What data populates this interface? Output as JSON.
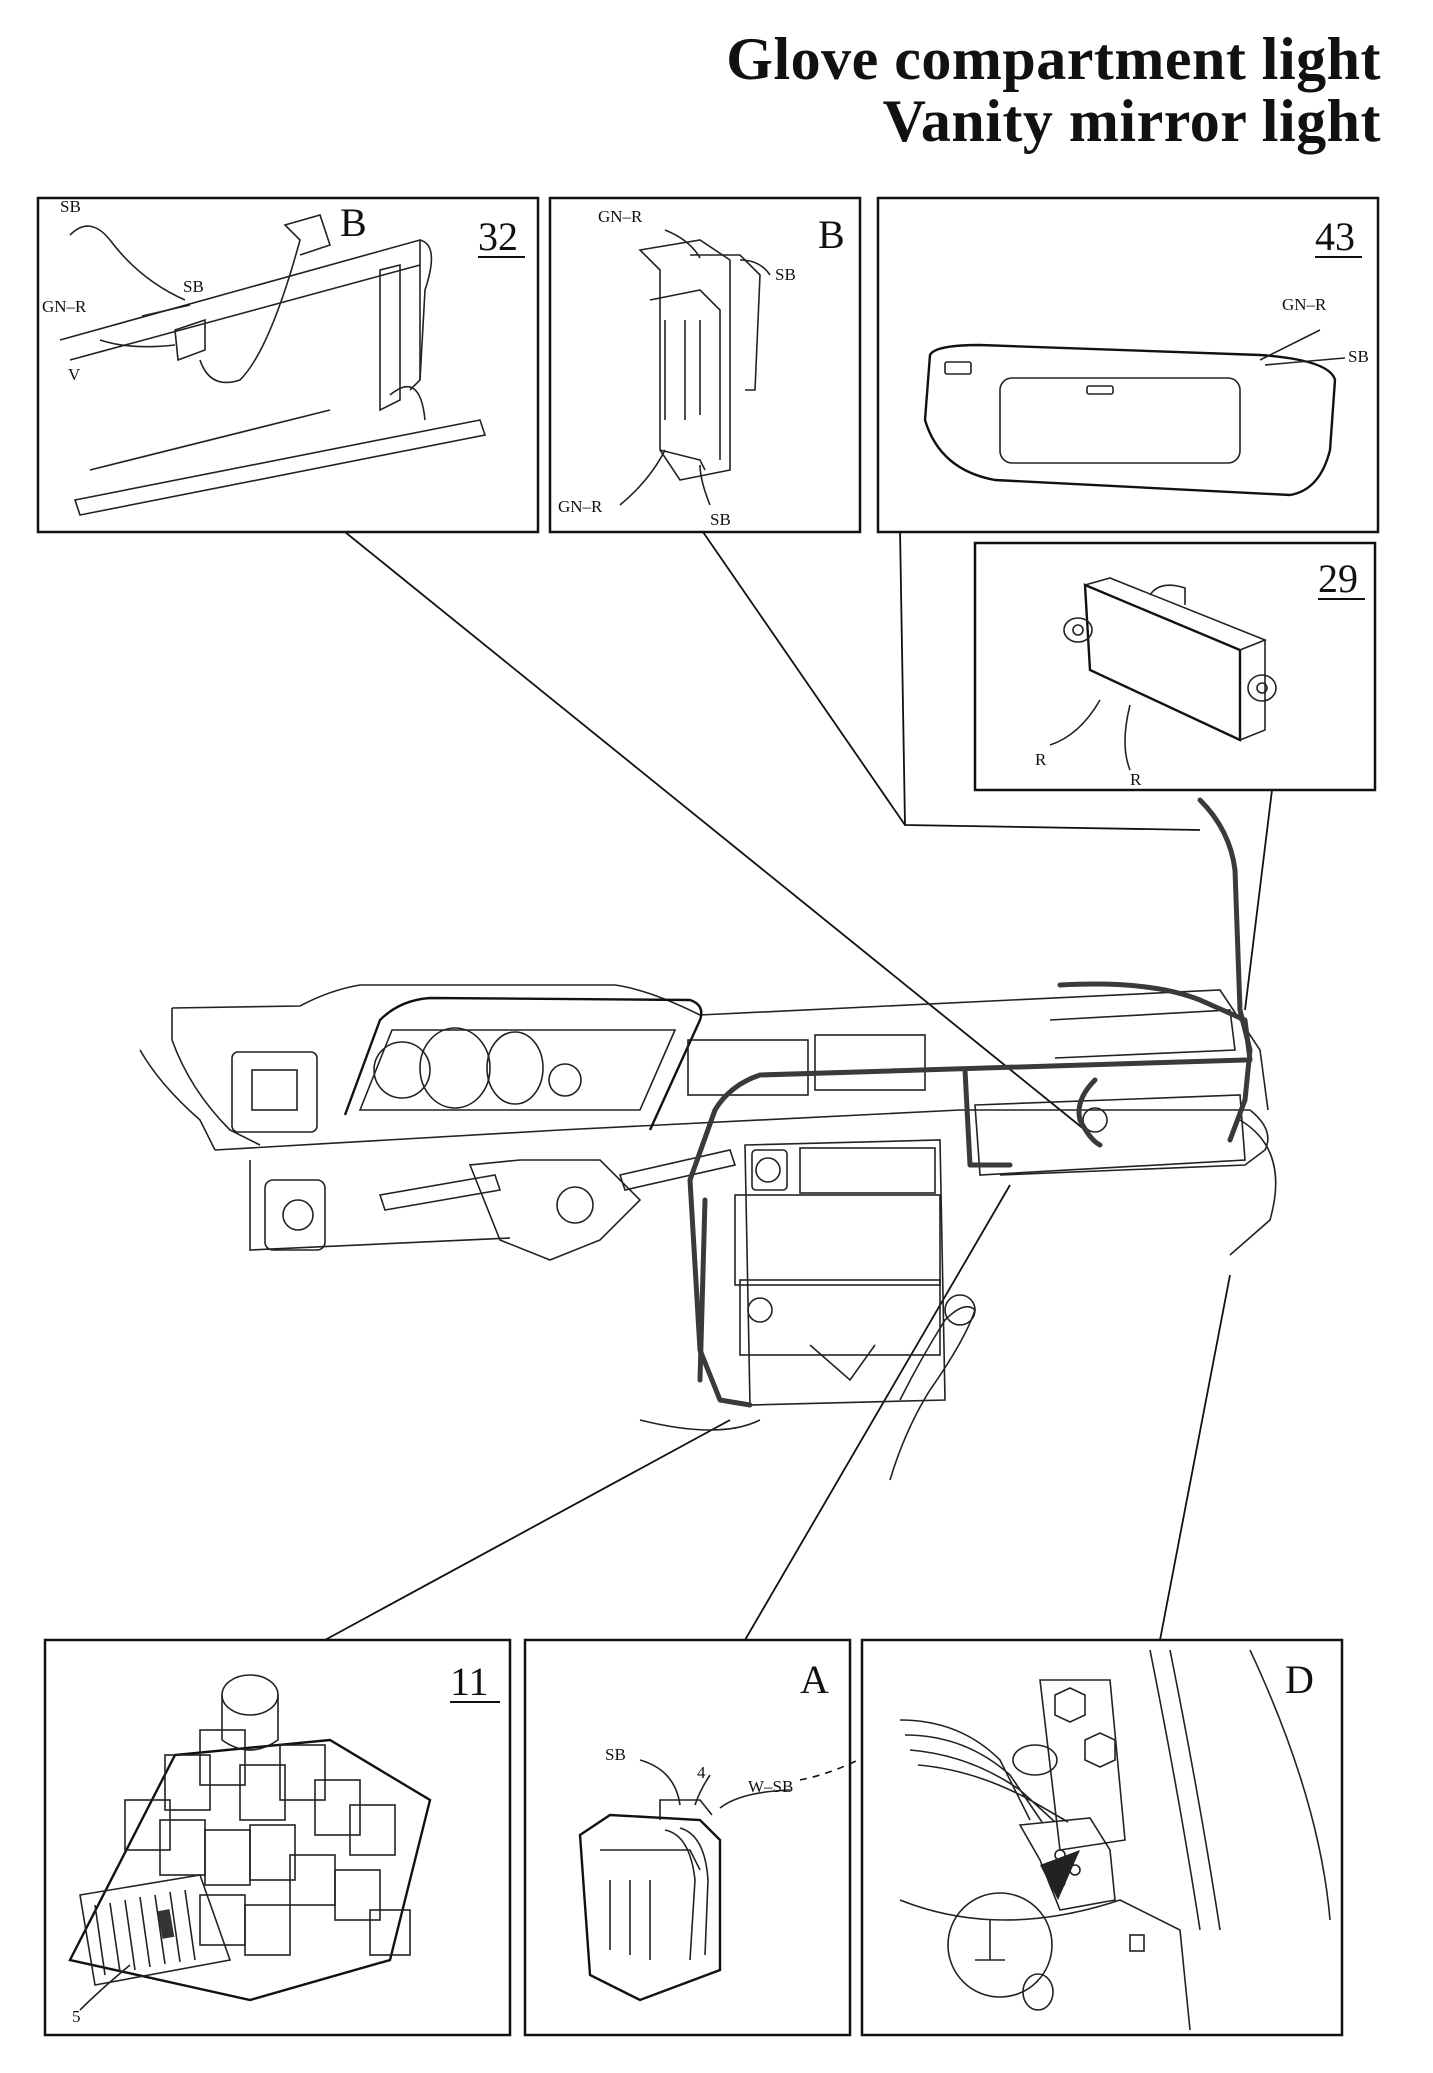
{
  "title": {
    "line1": "Glove compartment light",
    "line2": "Vanity mirror light"
  },
  "panels": {
    "p32": {
      "number": "32",
      "letter": "B",
      "wires": [
        "SB",
        "SB",
        "GN–R",
        "V"
      ]
    },
    "pB": {
      "letter": "B",
      "wires": [
        "GN–R",
        "SB",
        "GN–R",
        "SB"
      ]
    },
    "p43": {
      "number": "43",
      "wires": [
        "GN–R",
        "SB"
      ]
    },
    "p29": {
      "number": "29",
      "wires": [
        "R",
        "R"
      ]
    },
    "p11": {
      "number": "11",
      "fuse": "5"
    },
    "pA": {
      "letter": "A",
      "wires": [
        "SB",
        "4",
        "W–SB"
      ]
    },
    "pD": {
      "letter": "D"
    }
  }
}
